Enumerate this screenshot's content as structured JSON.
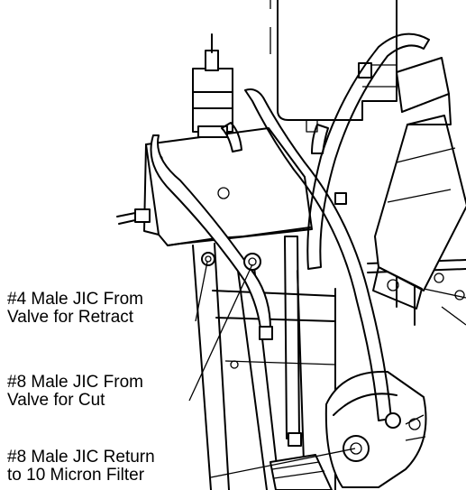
{
  "callouts": [
    {
      "line1": "#4 Male JIC From",
      "line2": "Valve for Retract"
    },
    {
      "line1": "#8 Male JIC From",
      "line2": "Valve for Cut"
    },
    {
      "line1": "#8 Male JIC Return",
      "line2": "to 10 Micron Filter"
    }
  ]
}
